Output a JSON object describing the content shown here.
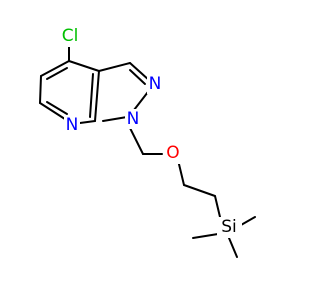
{
  "structure": {
    "colors": {
      "bond": "#000000",
      "Cl": "#00c000",
      "N": "#0000ff",
      "O": "#ff0000",
      "Si": "#000000"
    },
    "labels": {
      "chlorine": "Cl",
      "pyrazole_nitrogen_2": "N",
      "pyrazole_nitrogen_1": "N",
      "pyridine_nitrogen": "N",
      "ether_oxygen": "O",
      "silicon": "Si"
    }
  }
}
